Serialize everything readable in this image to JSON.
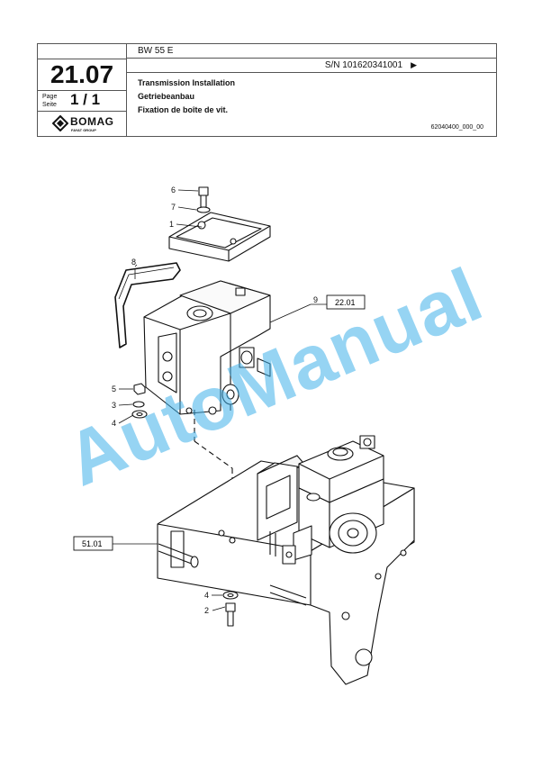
{
  "header": {
    "section_number": "21.07",
    "page_label_en": "Page",
    "page_label_de": "Seite",
    "page_number": "1 / 1",
    "model": "BW 55 E",
    "serial": "S/N 101620341001",
    "serial_arrow": "▶",
    "title_en": "Transmission Installation",
    "title_de": "Getriebeanbau",
    "title_fr": "Fixation de boîte de vit.",
    "drawing_number": "62040400_000_00",
    "logo_text": "BOMAG",
    "logo_subtext": "FAYAT GROUP"
  },
  "drawing": {
    "callouts": [
      "6",
      "7",
      "1",
      "8",
      "9",
      "5",
      "3",
      "4",
      "4",
      "2"
    ],
    "references": [
      "22.01",
      "51.01"
    ]
  },
  "watermark": "AutoManual"
}
